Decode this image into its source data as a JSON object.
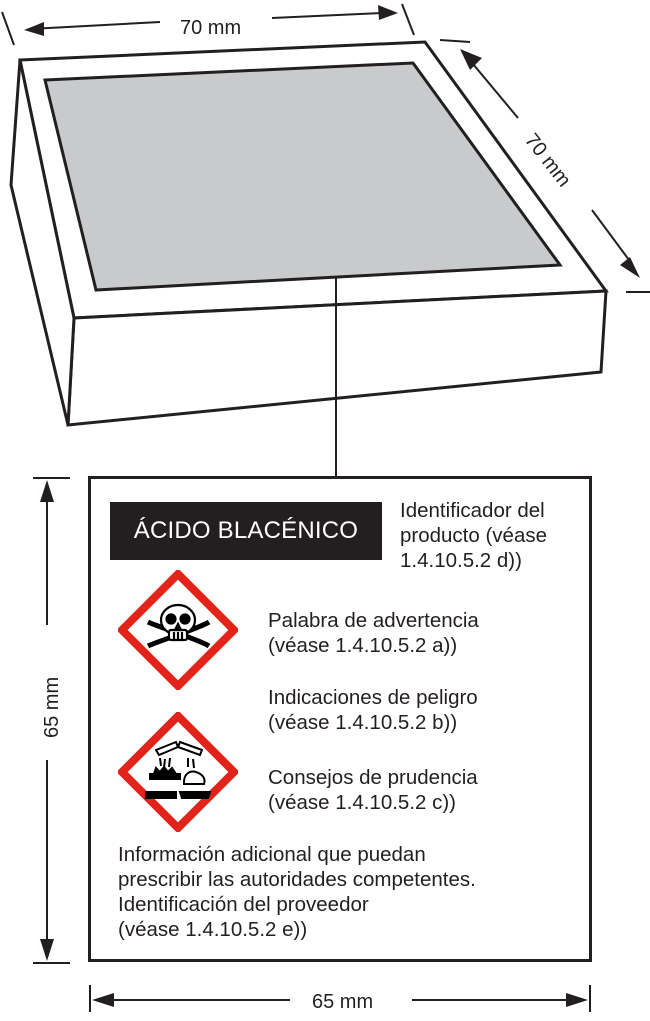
{
  "dimensions": {
    "top_width": "70 mm",
    "depth": "70 mm",
    "label_height": "65 mm",
    "label_width": "65 mm"
  },
  "label": {
    "product_name": "ÁCIDO BLACÉNICO",
    "product_identifier": [
      "Identificador del",
      "producto (véase",
      "1.4.10.5.2 d))"
    ],
    "signal_word": [
      "Palabra de advertencia",
      "(véase 1.4.10.5.2 a))"
    ],
    "hazard_statements": [
      "Indicaciones de peligro",
      "(véase 1.4.10.5.2 b))"
    ],
    "precautionary_statements": [
      "Consejos de prudencia",
      "(véase 1.4.10.5.2 c))"
    ],
    "additional_info": [
      "Información adicional que puedan",
      "prescribir las autoridades competentes.",
      "Identificación del proveedor",
      "(véase 1.4.10.5.2 e))"
    ]
  },
  "pictograms": {
    "first_icon": "skull-and-crossbones-icon",
    "second_icon": "corrosion-icon",
    "border_color": "#e2231a",
    "symbol_color": "#000000"
  },
  "colors": {
    "outline": "#231f20",
    "lid_fill": "#c8cacc",
    "name_bg": "#231f20",
    "name_text": "#ffffff"
  }
}
